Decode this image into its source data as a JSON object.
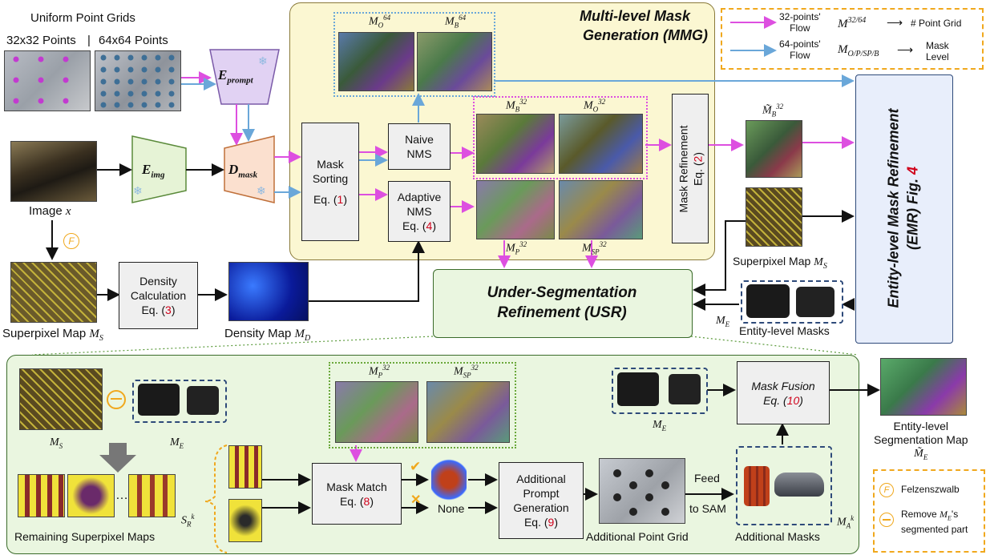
{
  "grid": {
    "title": "Uniform Point Grids",
    "label32": "32x32 Points",
    "sep": "|",
    "label64": "64x64 Points"
  },
  "encoders": {
    "prompt": "E",
    "prompt_sub": "prompt",
    "img": "E",
    "img_sub": "img",
    "mask": "D",
    "mask_sub": "mask"
  },
  "image": {
    "label": "Image",
    "var": "x"
  },
  "felzen_badge": "F",
  "superpixel_left": {
    "label": "Superpixel Map",
    "var": "M",
    "sub": "S"
  },
  "density_calc": {
    "line1": "Density",
    "line2": "Calculation",
    "eq": "Eq. (",
    "num": "3",
    "close": ")"
  },
  "density_map": {
    "label": "Density Map",
    "var": "M",
    "sub": "D"
  },
  "mask_sorting": {
    "line1": "Mask",
    "line2": "Sorting",
    "eq": "Eq. (",
    "num": "1",
    "close": ")"
  },
  "naive_nms": {
    "line1": "Naive",
    "line2": "NMS"
  },
  "adaptive_nms": {
    "line1": "Adaptive",
    "line2": "NMS",
    "eq": "Eq. (",
    "num": "4",
    "close": ")"
  },
  "mmg": {
    "line1": "Multi-level Mask",
    "line2": "Generation (MMG)"
  },
  "mask_labels": {
    "o64": "M",
    "o64_sub": "O",
    "o64_sup": "64",
    "b64": "M",
    "b64_sub": "B",
    "b64_sup": "64",
    "b32": "M",
    "b32_sub": "B",
    "b32_sup": "32",
    "o32": "M",
    "o32_sub": "O",
    "o32_sup": "32",
    "p32": "M",
    "p32_sub": "P",
    "p32_sup": "32",
    "sp32": "M",
    "sp32_sub": "SP",
    "sp32_sup": "32"
  },
  "mask_refinement": {
    "text": "Mask Refinement",
    "eq": "Eq. (",
    "num": "2",
    "close": ")"
  },
  "legend": {
    "flow32_l1": "32-points'",
    "flow32_l2": "Flow",
    "flow64_l1": "64-points'",
    "flow64_l2": "Flow",
    "grid_key": "M",
    "grid_key_sup": "32/64",
    "grid_desc": "# Point Grid",
    "level_key": "M",
    "level_key_sub": "O/P/SP/B",
    "level_desc1": "Mask",
    "level_desc2": "Level",
    "arrow": "⟶"
  },
  "btilde": {
    "var": "M̃",
    "sub": "B",
    "sup": "32"
  },
  "superpixel_right": {
    "label": "Superpixel Map",
    "var": "M",
    "sub": "S"
  },
  "emr": {
    "line1": "Entity-level Mask Refinement",
    "line2": "(EMR) Fig.",
    "num": "4"
  },
  "usr": {
    "line1": "Under-Segmentation",
    "line2": "Refinement (USR)"
  },
  "entity_masks": {
    "label": "Entity-level Masks",
    "var": "M",
    "sub": "E"
  },
  "bottom": {
    "ms": "M",
    "ms_sub": "S",
    "me": "M",
    "me_sub": "E",
    "remaining": "Remaining Superpixel Maps",
    "ellipsis": "…",
    "srk": "S",
    "srk_sub": "R",
    "srk_sup": "k",
    "p32": "M",
    "p32_sub": "P",
    "p32_sup": "32",
    "sp32": "M",
    "sp32_sub": "SP",
    "sp32_sup": "32",
    "mask_match": {
      "line1": "Mask Match",
      "eq": "Eq. (",
      "num": "8",
      "close": ")"
    },
    "check": "✔",
    "cross": "✕",
    "none": "None",
    "apg": {
      "line1": "Additional",
      "line2": "Prompt",
      "line3": "Generation",
      "eq": "Eq. (",
      "num": "9",
      "close": ")"
    },
    "apg_grid": "Additional Point Grid",
    "feed1": "Feed",
    "feed2": "to SAM",
    "add_masks": "Additional Masks",
    "mak": "M",
    "mak_sub": "A",
    "mak_sup": "k",
    "me2": "M",
    "me2_sub": "E",
    "fusion": {
      "line1": "Mask Fusion",
      "eq": "Eq. (",
      "num": "10",
      "close": ")"
    },
    "out_line1": "Entity-level",
    "out_line2": "Segmentation Map",
    "out_var": "M̃",
    "out_sub": "E"
  },
  "legend2": {
    "f": "F",
    "f_desc": "Felzenszwalb",
    "minus_desc1": "Remove",
    "minus_var": "M",
    "minus_sub": "E",
    "minus_desc2": "'s",
    "minus_desc3": "segmented part"
  },
  "colors": {
    "magenta": "#dd4fe0",
    "blue": "#6aa7d9",
    "mmg_bg": "#fbf7d2",
    "usr_bg": "#eaf6e0",
    "emr_bg": "#e8eefb",
    "eq_red": "#d0021b",
    "badge": "#f0a81d"
  }
}
